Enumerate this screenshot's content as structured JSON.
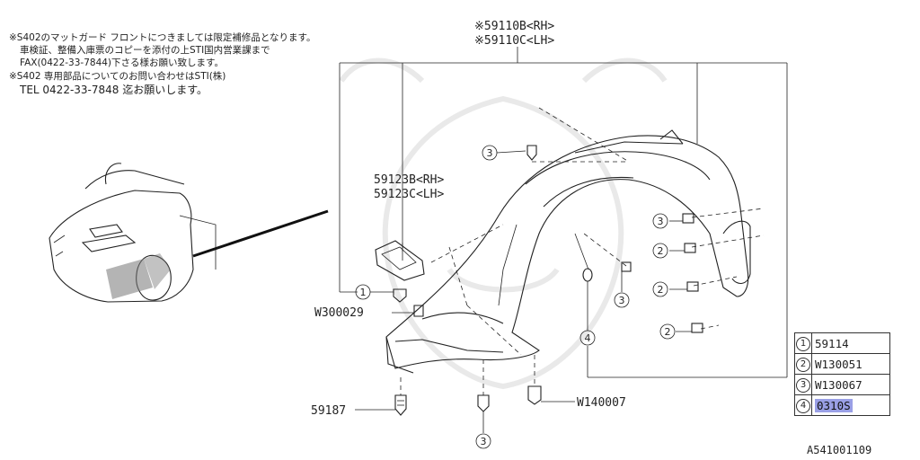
{
  "notes": {
    "line1": "※S402のマットガード フロントにつきましては限定補修品となります。",
    "line2": "車検証、整備入庫票のコピーを添付の上STI国内営業課まで",
    "line3": "FAX(0422-33-7844)下さる様お願い致します。",
    "line4": "※S402 専用部品についてのお問い合わせはSTI(株)",
    "line5": "TEL 0422-33-7848 迄お願いします。"
  },
  "labels": {
    "fender_rh": "※59110B<RH>",
    "fender_lh": "※59110C<LH>",
    "bracket_rh": "59123B<RH>",
    "bracket_lh": "59123C<LH>",
    "w300029": "W300029",
    "p59187": "59187",
    "w140007": "W140007"
  },
  "callouts": {
    "c1": "1",
    "c2": "2",
    "c3": "3",
    "c4": "4"
  },
  "legend": [
    {
      "num": "1",
      "code": "59114"
    },
    {
      "num": "2",
      "code": "W130051"
    },
    {
      "num": "3",
      "code": "W130067"
    },
    {
      "num": "4",
      "code": "0310S",
      "highlighted": true
    }
  ],
  "ref_code": "A541001109"
}
